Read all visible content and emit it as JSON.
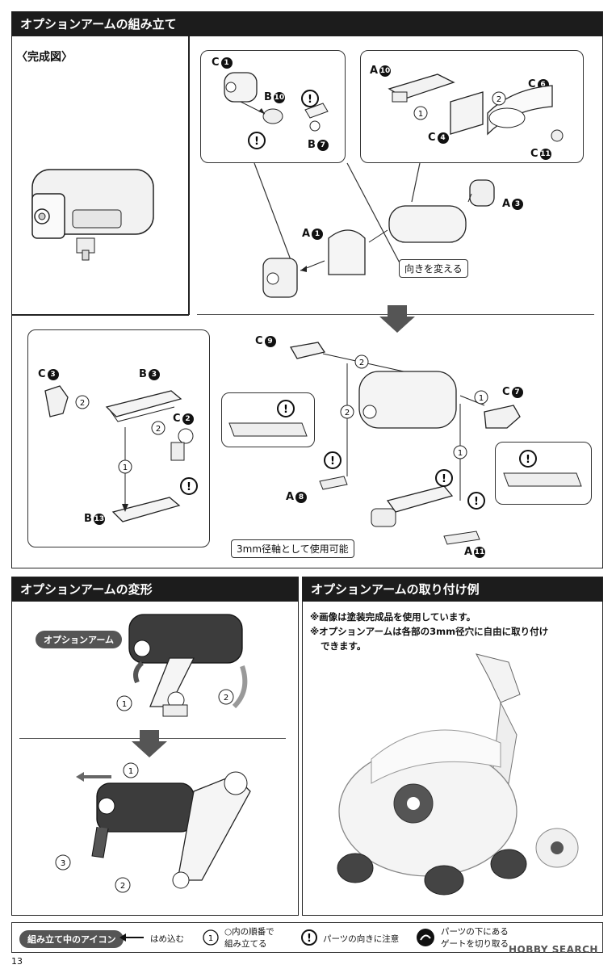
{
  "assembly": {
    "title": "オプションアームの組み立て",
    "complete_label": "〈完成図〉",
    "parts": {
      "c1": "C",
      "c1n": "1",
      "b10": "B",
      "b10n": "10",
      "b7": "B",
      "b7n": "7",
      "a10": "A",
      "a10n": "10",
      "c6": "C",
      "c6n": "6",
      "c4": "C",
      "c4n": "4",
      "c11": "C",
      "c11n": "11",
      "a3": "A",
      "a3n": "3",
      "a1": "A",
      "a1n": "1",
      "c9": "C",
      "c9n": "9",
      "c7": "C",
      "c7n": "7",
      "c3": "C",
      "c3n": "3",
      "b3": "B",
      "b3n": "3",
      "c2": "C",
      "c2n": "2",
      "b13": "B",
      "b13n": "13",
      "a8": "A",
      "a8n": "8",
      "a11": "A",
      "a11n": "11"
    },
    "turn_label": "向きを変える",
    "axis_label": "3mm径軸として使用可能"
  },
  "transform": {
    "title": "オプションアームの変形",
    "pill": "オプションアーム"
  },
  "mount": {
    "title": "オプションアームの取り付け例",
    "note1": "※画像は塗装完成品を使用しています。",
    "note2": "※オプションアームは各部の3mm径穴に自由に取り付け",
    "note3": "できます。"
  },
  "legend": {
    "pill": "組み立て中のアイコン",
    "press": "はめ込む",
    "order1": "○内の順番で",
    "order2": "組み立てる",
    "caution": "パーツの向きに注意",
    "gate1": "パーツの下にある",
    "gate2": "ゲートを切り取る"
  },
  "page_number": "13",
  "watermark": "HOBBY SEARCH",
  "colors": {
    "header": "#1c1c1c",
    "arm_dark": "#3c3c3c",
    "arrow_gray": "#666666"
  }
}
